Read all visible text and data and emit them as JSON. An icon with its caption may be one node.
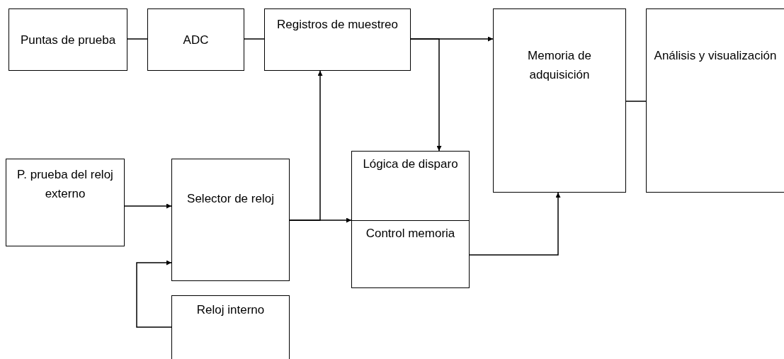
{
  "diagram": {
    "nodes": [
      {
        "text": [
          "Puntas de prueba"
        ]
      },
      {
        "text": [
          "ADC"
        ]
      },
      {
        "text": [
          "Registros de muestreo"
        ]
      },
      {
        "text": [
          "Memoria de adquisición"
        ]
      },
      {
        "text": [
          "Análisis y visualización"
        ]
      },
      {
        "text": [
          "P. prueba del reloj externo"
        ]
      },
      {
        "text": [
          "Selector de reloj"
        ]
      },
      {
        "text": [
          "Lógica de disparo"
        ]
      },
      {
        "text": [
          "Control memoria"
        ]
      },
      {
        "text": [
          "Reloj interno"
        ]
      }
    ],
    "edges": [
      {
        "from": 0,
        "to": 1,
        "arrow": "none"
      },
      {
        "from": 1,
        "to": 2,
        "arrow": "none"
      },
      {
        "from": 2,
        "to": 3,
        "arrow": "to"
      },
      {
        "from": 2,
        "to": 7,
        "arrow": "to"
      },
      {
        "from": 3,
        "to": 4,
        "arrow": "none"
      },
      {
        "from": 5,
        "to": 6,
        "arrow": "to"
      },
      {
        "from": 9,
        "to": 6,
        "arrow": "to"
      },
      {
        "from": 6,
        "to": 2,
        "arrow": "to"
      },
      {
        "from": 6,
        "to": 7,
        "arrow": "to"
      },
      {
        "from": 8,
        "to": 3,
        "arrow": "to"
      }
    ]
  }
}
